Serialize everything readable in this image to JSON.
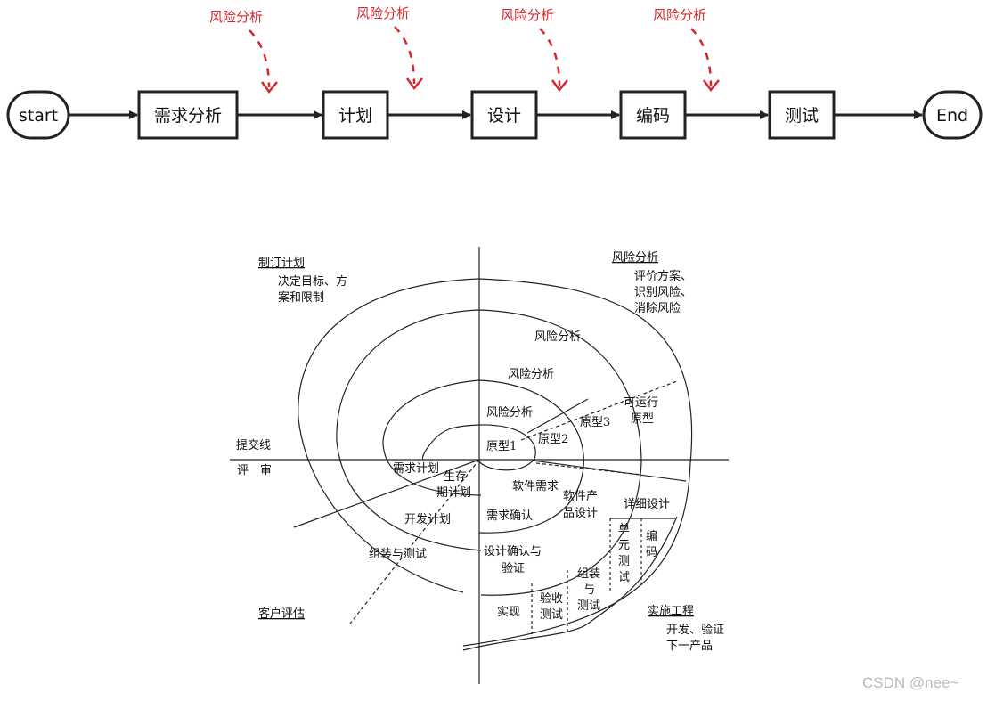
{
  "flow": {
    "start": "start",
    "end": "End",
    "stages": [
      "需求分析",
      "计划",
      "设计",
      "编码",
      "测试"
    ],
    "risk_label": "风险分析"
  },
  "spiral": {
    "quadrant_labels": {
      "plan_title": "制订计划",
      "plan_desc_1": "决定目标、方",
      "plan_desc_2": "案和限制",
      "risk_title": "风险分析",
      "risk_desc_1": "评价方案、",
      "risk_desc_2": "识别风险、",
      "risk_desc_3": "消除风险",
      "customer_eval": "客户评估",
      "implement_title": "实施工程",
      "implement_desc_1": "开发、验证",
      "implement_desc_2": "下一产品",
      "commit_line": "提交线",
      "review": "评　审"
    },
    "inner_labels": {
      "risk_1": "风险分析",
      "risk_2": "风险分析",
      "risk_3": "风险分析",
      "prototype_1": "原型1",
      "prototype_2": "原型2",
      "prototype_3": "原型3",
      "runnable_1": "可运行",
      "runnable_2": "原型",
      "req_plan": "需求计划",
      "lifecycle_1": "生存",
      "lifecycle_2": "期计划",
      "sw_req": "软件需求",
      "sw_product_1": "软件产",
      "sw_product_2": "品设计",
      "detail_design": "详细设计",
      "dev_plan": "开发计划",
      "req_confirm": "需求确认",
      "assemble_test": "组装与测试",
      "design_confirm_1": "设计确认与",
      "design_confirm_2": "验证",
      "unit_test": [
        "单",
        "元",
        "测",
        "试"
      ],
      "coding": [
        "编",
        "码"
      ],
      "assemble_test_v": [
        "组装",
        "与",
        "测试"
      ],
      "acceptance_1": "验收",
      "acceptance_2": "测试",
      "implement": "实现"
    }
  },
  "watermark": "CSDN @nee~",
  "colors": {
    "risk": "#d9262e",
    "line": "#222222"
  }
}
